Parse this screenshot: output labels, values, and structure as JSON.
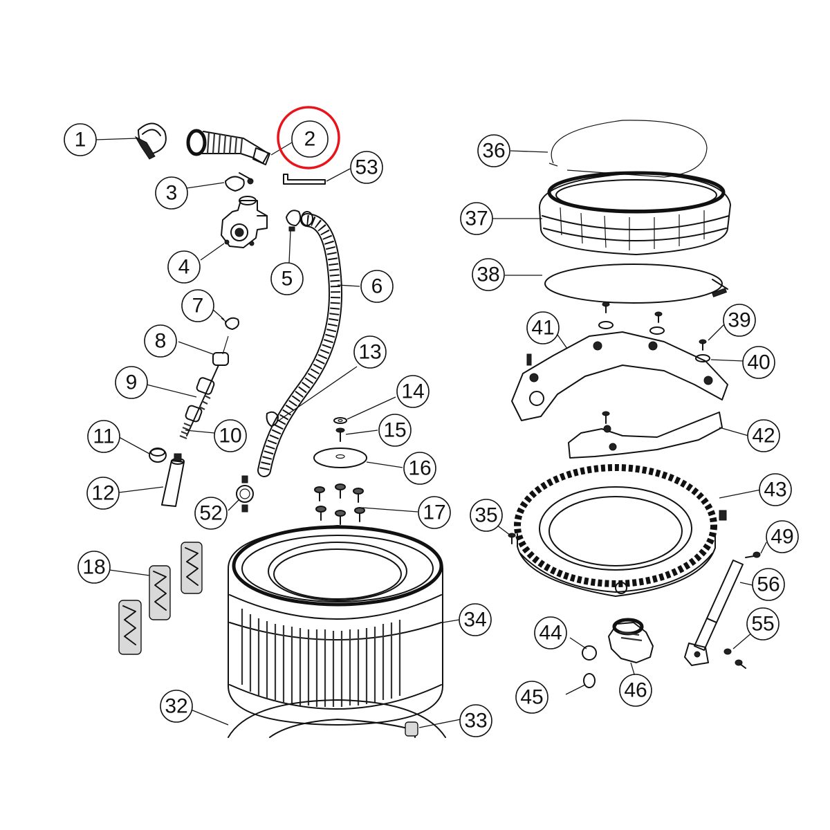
{
  "highlight": {
    "callout": "2",
    "color": "#e8141c"
  },
  "callouts": [
    "1",
    "2",
    "3",
    "4",
    "5",
    "6",
    "7",
    "8",
    "9",
    "10",
    "11",
    "12",
    "13",
    "14",
    "15",
    "16",
    "17",
    "18",
    "32",
    "33",
    "34",
    "35",
    "36",
    "37",
    "38",
    "39",
    "40",
    "41",
    "42",
    "43",
    "44",
    "45",
    "46",
    "49",
    "52",
    "53",
    "55",
    "56"
  ],
  "parts": {
    "1": "hose-clamp-icon",
    "2": "bellows-hose-icon",
    "3": "small-clamp-icon",
    "4": "pump-housing-icon",
    "5": "clip-icon",
    "6": "corrugated-hose-icon",
    "7": "wire-clip-icon",
    "8": "spring-icon",
    "9": "shaft-icon",
    "10": "rod-icon",
    "11": "ring-icon",
    "12": "cylinder-icon",
    "13": "hose-clip-icon",
    "14": "washer-icon",
    "15": "screw-icon",
    "16": "disc-cover-icon",
    "17": "bolt-set-icon",
    "18": "baffle-icon",
    "32": "base-tub-icon",
    "33": "pulley-icon",
    "34": "drum-icon",
    "35": "screw-icon",
    "36": "wire-ring-icon",
    "37": "balance-ring-icon",
    "38": "gasket-ring-icon",
    "39": "screw-icon",
    "40": "washer-icon",
    "41": "upper-bracket-icon",
    "42": "lower-bracket-icon",
    "43": "outer-tub-icon",
    "44": "clamp-ring-icon",
    "45": "clamp-ring-icon",
    "46": "elbow-hose-icon",
    "49": "screw-icon",
    "52": "clamp-icon",
    "53": "hex-key-icon",
    "55": "screw-washer-icon",
    "56": "damper-icon"
  }
}
